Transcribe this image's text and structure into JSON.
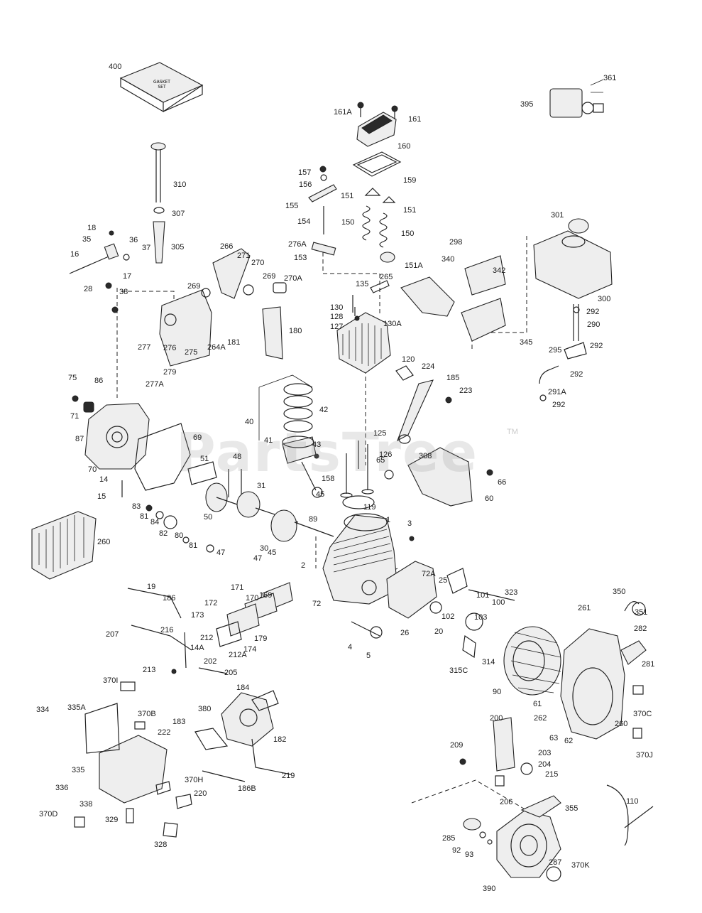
{
  "watermark": "PartsTree",
  "trademark": "TM",
  "gasket_text": [
    "GASKET",
    "SET"
  ],
  "callouts": [
    "400",
    "161A",
    "161",
    "361",
    "395",
    "160",
    "159",
    "157",
    "156",
    "151",
    "151",
    "155",
    "154",
    "150",
    "150",
    "153",
    "151A",
    "276A",
    "310",
    "307",
    "305",
    "18",
    "35",
    "36",
    "37",
    "16",
    "17",
    "28",
    "38",
    "266",
    "271",
    "270",
    "269",
    "270A",
    "269",
    "265",
    "135",
    "298",
    "340",
    "342",
    "301",
    "300",
    "130",
    "128",
    "127",
    "130A",
    "120",
    "224",
    "292",
    "290",
    "292",
    "295",
    "292",
    "291A",
    "292",
    "345",
    "277",
    "276",
    "275",
    "264A",
    "181",
    "180",
    "279",
    "277A",
    "185",
    "223",
    "75",
    "86",
    "71",
    "40",
    "42",
    "41",
    "43",
    "125",
    "126",
    "65",
    "308",
    "66",
    "60",
    "87",
    "70",
    "69",
    "51",
    "48",
    "14",
    "15",
    "158",
    "31",
    "45",
    "50",
    "83",
    "81",
    "84",
    "82",
    "80",
    "81",
    "119",
    "89",
    "1",
    "3",
    "260",
    "47",
    "47",
    "45",
    "30",
    "2",
    "72A",
    "25",
    "101",
    "100",
    "102",
    "103",
    "19",
    "186",
    "169",
    "170",
    "171",
    "172",
    "173",
    "72",
    "26",
    "20",
    "323",
    "207",
    "216",
    "212",
    "179",
    "174",
    "14A",
    "4",
    "5",
    "315C",
    "314",
    "350",
    "261",
    "351",
    "282",
    "281",
    "90",
    "213",
    "202",
    "212A",
    "205",
    "370I",
    "184",
    "380",
    "183",
    "182",
    "222",
    "334",
    "335A",
    "370B",
    "200",
    "61",
    "262",
    "63",
    "62",
    "209",
    "203",
    "204",
    "215",
    "260",
    "370C",
    "370J",
    "335",
    "336",
    "338",
    "370H",
    "220",
    "186B",
    "219",
    "206",
    "355",
    "110",
    "370D",
    "329",
    "328",
    "285",
    "92",
    "93",
    "390",
    "287",
    "370K"
  ]
}
